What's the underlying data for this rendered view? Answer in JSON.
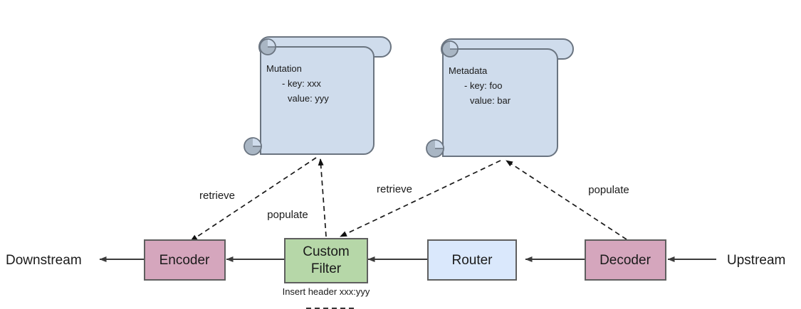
{
  "diagram": {
    "title": "Envoy filter chain with Mutation and Metadata notes",
    "colors": {
      "pink": "#d5a6bd",
      "green": "#b6d7a8",
      "blue": "#dae8fc",
      "note_fill": "#cfdcec",
      "note_roll": "#a9b6c4",
      "stroke": "#5f5f5f",
      "note_stroke": "#6a7480",
      "text": "#1a1a1a"
    },
    "notes": [
      {
        "id": "mutation-note",
        "title": "Mutation",
        "line1": "- key: xxx",
        "line2": "value: yyy"
      },
      {
        "id": "metadata-note",
        "title": "Metadata",
        "line1": "- key: foo",
        "line2": "value: bar"
      }
    ],
    "nodes": [
      {
        "id": "encoder",
        "label": "Encoder",
        "label2": "",
        "color": "pink"
      },
      {
        "id": "custom-filter",
        "label": "Custom",
        "label2": "Filter",
        "color": "green"
      },
      {
        "id": "router",
        "label": "Router",
        "label2": "",
        "color": "blue"
      },
      {
        "id": "decoder",
        "label": "Decoder",
        "label2": "",
        "color": "pink"
      }
    ],
    "endpoints": {
      "downstream": "Downstream",
      "upstream": "Upstream"
    },
    "edge_labels": {
      "retrieve_left": "retrieve",
      "populate_left": "populate",
      "retrieve_right": "retrieve",
      "populate_right": "populate"
    },
    "captions": {
      "custom_filter": "Insert  header xxx:yyy"
    }
  }
}
